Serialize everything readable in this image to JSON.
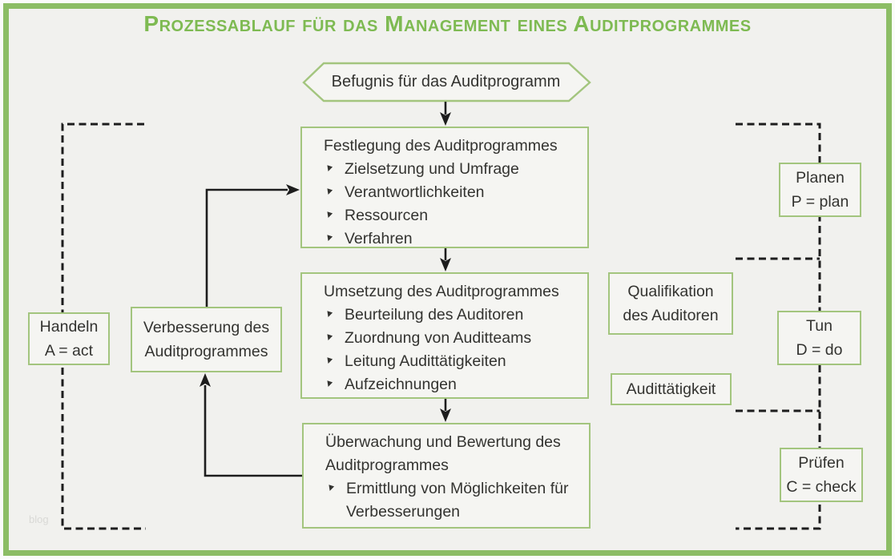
{
  "title": "Prozessablauf für das Management eines Auditprogrammes",
  "hexagon": {
    "label": "Befugnis für das Auditprogramm"
  },
  "boxes": {
    "festlegung": {
      "title": "Festlegung des Auditprogrammes",
      "items": [
        "Zielsetzung und Umfrage",
        "Verantwortlichkeiten",
        "Ressourcen",
        "Verfahren"
      ]
    },
    "umsetzung": {
      "title": "Umsetzung des Auditprogrammes",
      "items": [
        "Beurteilung des Auditoren",
        "Zuordnung von Auditteams",
        "Leitung Audittätigkeiten",
        "Aufzeichnungen"
      ]
    },
    "ueberwachung": {
      "title": "Überwachung und Bewertung des Auditprogrammes",
      "items": [
        "Ermittlung von Möglichkeiten für Verbesserungen"
      ]
    }
  },
  "side_left": {
    "handeln": {
      "line1": "Handeln",
      "line2": "A = act"
    },
    "verbesserung": {
      "line1": "Verbesserung des",
      "line2": "Auditprogrammes"
    }
  },
  "side_right": {
    "qualifikation": {
      "line1": "Qualifikation",
      "line2": "des Auditoren"
    },
    "audittaetigkeit": {
      "label": "Audittätigkeit"
    },
    "planen": {
      "line1": "Planen",
      "line2": "P = plan"
    },
    "tun": {
      "line1": "Tun",
      "line2": "D = do"
    },
    "pruefen": {
      "line1": "Prüfen",
      "line2": "C = check"
    }
  },
  "watermark": "blog",
  "ui": {
    "bullet_glyph": "▼"
  },
  "colors": {
    "frame_green": "#8cbd65",
    "box_border_green": "#a3c57e",
    "title_green": "#7eba52",
    "text": "#333330",
    "line": "#1d1d1d",
    "background": "#f1f1ee"
  }
}
